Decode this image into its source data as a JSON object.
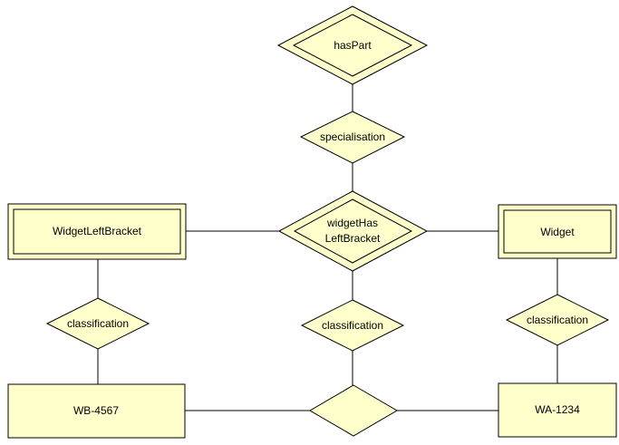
{
  "entities": {
    "widget_left_bracket": "WidgetLeftBracket",
    "widget": "Widget",
    "wb_4567": "WB-4567",
    "wa_1234": "WA-1234"
  },
  "relationships": {
    "has_part": "hasPart",
    "widget_has_left_bracket": [
      "widgetHas",
      "LeftBracket"
    ],
    "specialisation": "specialisation",
    "classification_left": "classification",
    "classification_center": "classification",
    "classification_right": "classification",
    "bottom_relation": ""
  },
  "colors": {
    "fill": "#ffffcc",
    "stroke": "#000000",
    "background": "#ffffff"
  }
}
